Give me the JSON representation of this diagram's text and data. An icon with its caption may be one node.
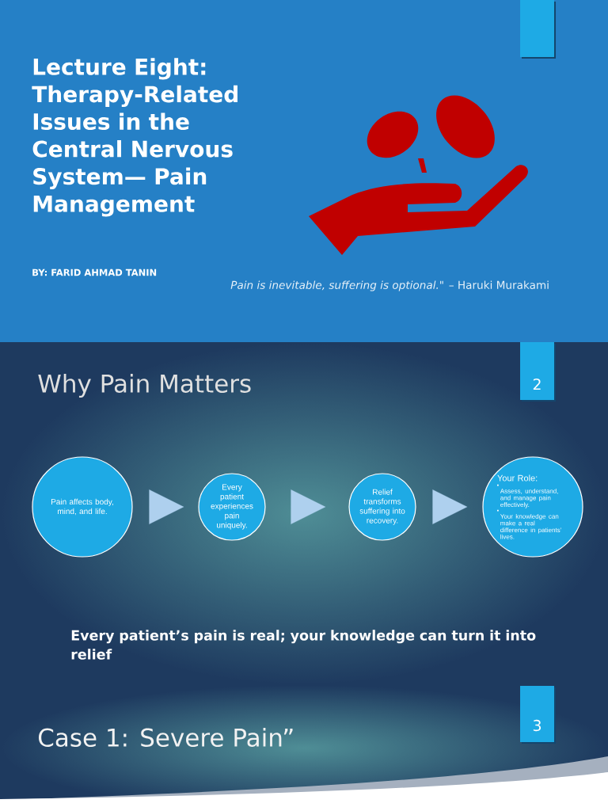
{
  "diagram": {
    "title": "Lecture Eight: Therapy-Related Issues in the Central Nervous System— Pain Management",
    "nodes": [
      {
        "text": [
          "Pain affects body, mind, and life."
        ]
      },
      {
        "text": [
          "Every patient experiences pain uniquely."
        ]
      },
      {
        "text": [
          "Relief transforms suffering into recovery."
        ]
      },
      {
        "text": [
          "Your Role:",
          "Assess, understand, and manage pain effectively.",
          "Your knowledge can make a real difference in patients’ lives."
        ]
      }
    ],
    "edges": [
      {
        "from": 0,
        "to": 1,
        "arrow": "to"
      },
      {
        "from": 1,
        "to": 2,
        "arrow": "to"
      },
      {
        "from": 2,
        "to": 3,
        "arrow": "to"
      }
    ],
    "labels": [
      "BY: FARID AHMAD TANIN",
      "*Pain is inevitable, suffering is optional.*\" – Haruki Murakami",
      "Why Pain Matters",
      "2",
      "Every patient’s pain is real; your knowledge can turn it into relief",
      "Case 1: Severe Pain”",
      "3"
    ]
  }
}
